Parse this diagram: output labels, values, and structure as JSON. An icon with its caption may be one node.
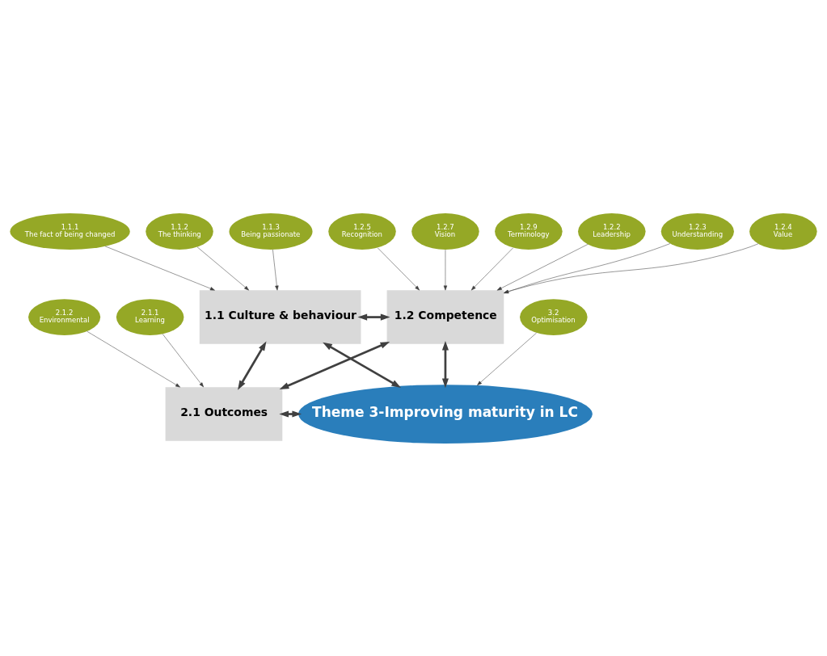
{
  "diagram": {
    "nodes": [
      {
        "text": [
          "1.1.1",
          "The fact of being changed"
        ]
      },
      {
        "text": [
          "1.1.2",
          "The thinking"
        ]
      },
      {
        "text": [
          "1.1.3",
          "Being passionate"
        ]
      },
      {
        "text": [
          "1.2.2",
          "Leadership"
        ]
      },
      {
        "text": [
          "1.2.3",
          "Understanding"
        ]
      },
      {
        "text": [
          "1.2.4",
          "Value"
        ]
      },
      {
        "text": [
          "1.2.5",
          "Recognition"
        ]
      },
      {
        "text": [
          "1.2.7",
          "Vision"
        ]
      },
      {
        "text": [
          "1.2.9",
          "Terminology"
        ]
      },
      {
        "text": [
          "1.1 Culture & behaviour"
        ]
      },
      {
        "text": [
          "1.2 Competence"
        ]
      },
      {
        "text": [
          "2.1 Outcomes"
        ]
      },
      {
        "text": [
          "Theme 3-Improving maturity in LC"
        ]
      },
      {
        "text": [
          "2.1.1",
          "Learning"
        ]
      },
      {
        "text": [
          "2.1.2",
          "Environmental"
        ]
      },
      {
        "text": [
          "3.2",
          "Optimisation"
        ]
      }
    ],
    "edges": [
      {
        "from": 0,
        "to": 9,
        "arrow": "to"
      },
      {
        "from": 1,
        "to": 9,
        "arrow": "to"
      },
      {
        "from": 2,
        "to": 9,
        "arrow": "to"
      },
      {
        "from": 3,
        "to": 10,
        "arrow": "to"
      },
      {
        "from": 4,
        "to": 10,
        "arrow": "to"
      },
      {
        "from": 5,
        "to": 10,
        "arrow": "to"
      },
      {
        "from": 6,
        "to": 10,
        "arrow": "to"
      },
      {
        "from": 7,
        "to": 10,
        "arrow": "to"
      },
      {
        "from": 8,
        "to": 10,
        "arrow": "to"
      },
      {
        "from": 9,
        "to": 10,
        "arrow": "both",
        "style": "thick"
      },
      {
        "from": 9,
        "to": 11,
        "arrow": "both",
        "style": "thick"
      },
      {
        "from": 9,
        "to": 12,
        "arrow": "both",
        "style": "thick"
      },
      {
        "from": 10,
        "to": 11,
        "arrow": "both",
        "style": "thick"
      },
      {
        "from": 10,
        "to": 12,
        "arrow": "both",
        "style": "thick"
      },
      {
        "from": 11,
        "to": 12,
        "arrow": "both",
        "style": "thick"
      },
      {
        "from": 13,
        "to": 11,
        "arrow": "to"
      },
      {
        "from": 14,
        "to": 11,
        "arrow": "to"
      },
      {
        "from": 15,
        "to": 12,
        "arrow": "to"
      }
    ]
  }
}
